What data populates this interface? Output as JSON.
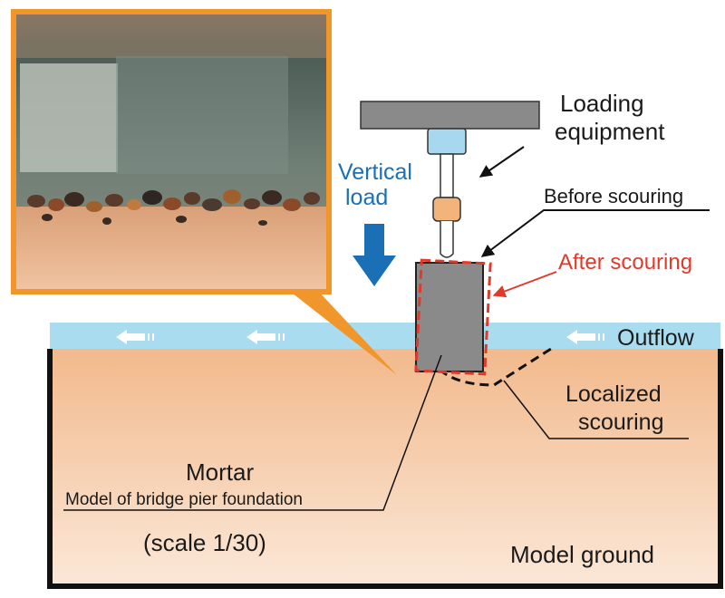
{
  "diagram": {
    "labels": {
      "loading_equipment": [
        "Loading",
        "equipment"
      ],
      "vertical_load": [
        "Vertical",
        "load"
      ],
      "before_scouring": "Before scouring",
      "after_scouring": "After scouring",
      "outflow": "Outflow",
      "localized_scouring": [
        "Localized",
        "scouring"
      ],
      "mortar": "Mortar",
      "pier_model": "Model of bridge pier foundation",
      "scale": "(scale 1/30)",
      "model_ground": "Model ground"
    },
    "colors": {
      "ground_top": "#f2b98c",
      "ground_bottom": "#fbe8d8",
      "water": "#a9dcef",
      "pier": "#8a8a8a",
      "loading_plate": "#8a8a8a",
      "load_cell": "#a8d8ef",
      "rod_bead": "#f2b47a",
      "vertical_load_arrow": "#1a6fb5",
      "after_scouring_outline": "#e03a2a",
      "photo_frame": "#f0962a",
      "flow_arrow": "#ffffff"
    }
  }
}
